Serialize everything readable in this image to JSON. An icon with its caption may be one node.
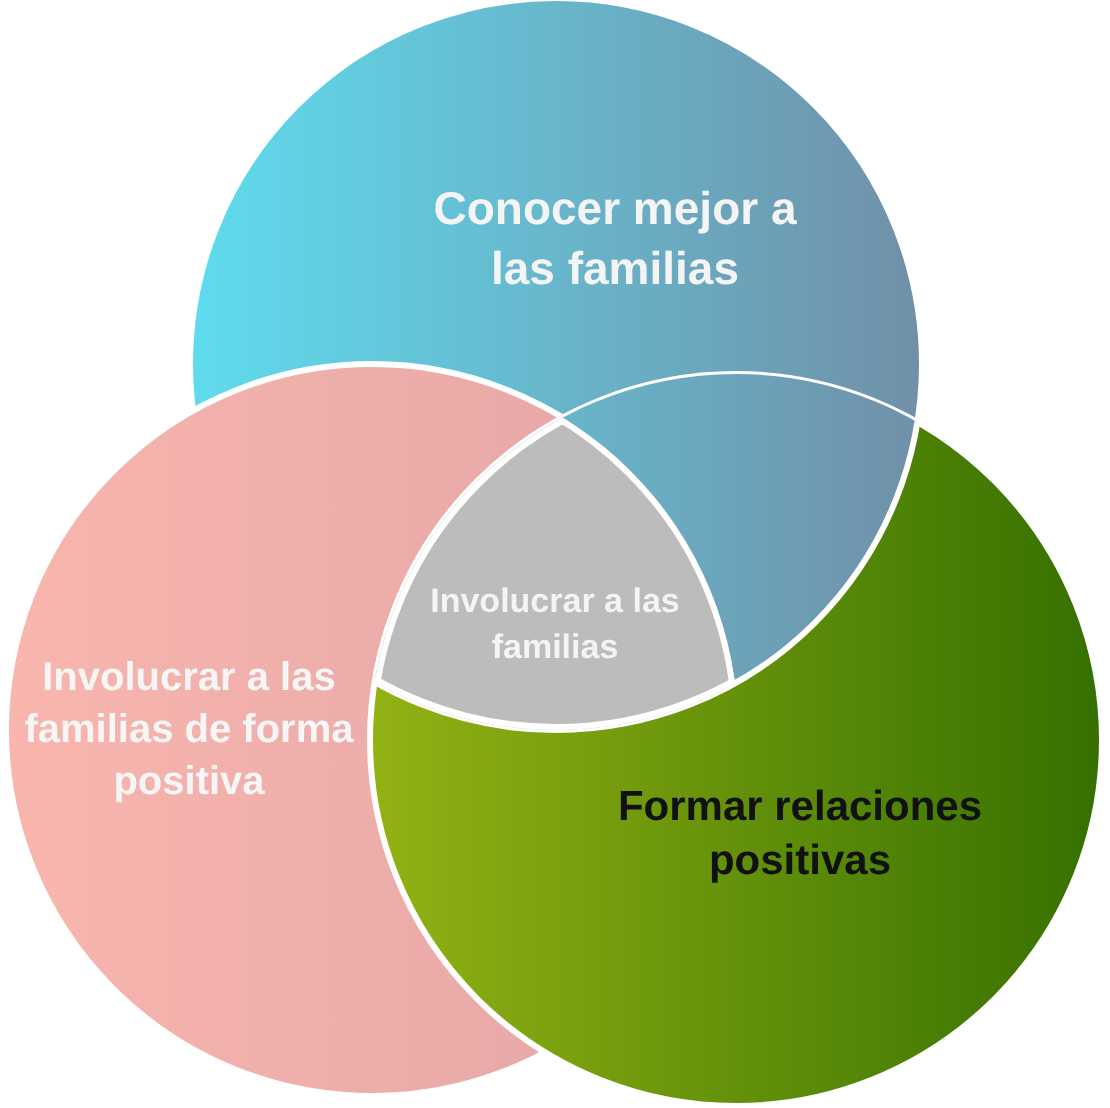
{
  "diagram": {
    "nodes": [
      {
        "text": [
          "Conocer mejor a las familias"
        ]
      },
      {
        "text": [
          "Involucrar a las familias de forma positiva"
        ]
      },
      {
        "text": [
          "Involucrar a las familias"
        ]
      },
      {
        "text": [
          "Formar relaciones positivas"
        ]
      }
    ]
  }
}
